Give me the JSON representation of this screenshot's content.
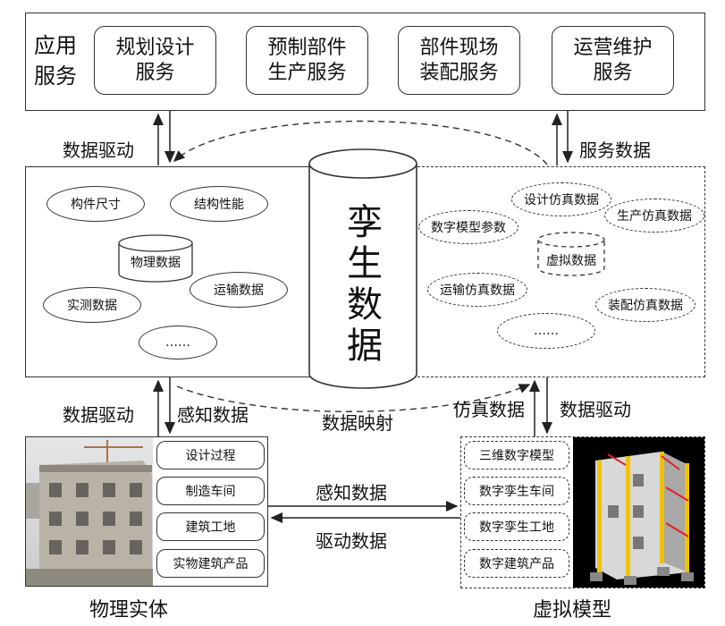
{
  "app_services": {
    "label": "应用\n服务",
    "items": [
      "规划设计\n服务",
      "预制部件\n生产服务",
      "部件现场\n装配服务",
      "运营维护\n服务"
    ]
  },
  "arrows": {
    "drive_top_left": "数据驱动",
    "service_data": "服务数据",
    "drive_bottom_left": "数据驱动",
    "perception_left": "感知数据",
    "data_mapping": "数据映射",
    "simulation_data": "仿真数据",
    "drive_bottom_right": "数据驱动",
    "perception_mid": "感知数据",
    "drive_mid": "驱动数据"
  },
  "twin_data": {
    "title": "孪生数据",
    "physical": {
      "items": [
        "构件尺寸",
        "结构性能",
        "运输数据",
        "实测数据",
        "……"
      ],
      "db": "物理数据"
    },
    "virtual": {
      "items": [
        "设计仿真数据",
        "生产仿真数据",
        "数字模型参数",
        "运输仿真数据",
        "装配仿真数据",
        "……"
      ],
      "db": "虚拟数据"
    }
  },
  "physical_entity": {
    "label": "物理实体",
    "items": [
      "设计过程",
      "制造车间",
      "建筑工地",
      "实物建筑产品"
    ]
  },
  "virtual_model": {
    "label": "虚拟模型",
    "items": [
      "三维数字模型",
      "数字孪生车间",
      "数字孪生工地",
      "数字建筑产品"
    ]
  }
}
